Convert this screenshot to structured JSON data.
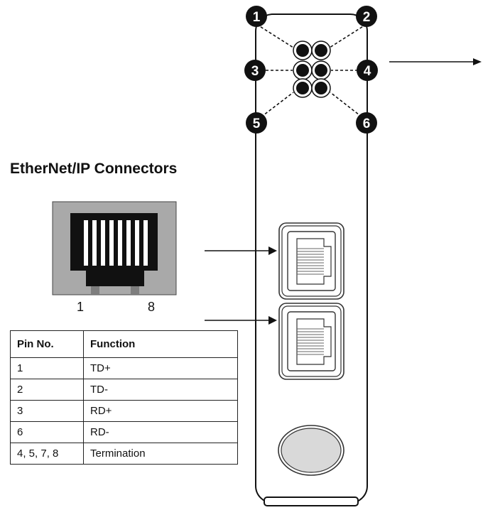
{
  "title": "EtherNet/IP Connectors",
  "callouts": [
    "1",
    "2",
    "3",
    "4",
    "5",
    "6"
  ],
  "rj45": {
    "pin_left": "1",
    "pin_right": "8"
  },
  "table": {
    "headers": [
      "Pin No.",
      "Function"
    ],
    "rows": [
      {
        "pin": "1",
        "function": "TD+"
      },
      {
        "pin": "2",
        "function": "TD-"
      },
      {
        "pin": "3",
        "function": "RD+"
      },
      {
        "pin": "6",
        "function": "RD-"
      },
      {
        "pin": "4, 5, 7, 8",
        "function": "Termination"
      }
    ]
  }
}
